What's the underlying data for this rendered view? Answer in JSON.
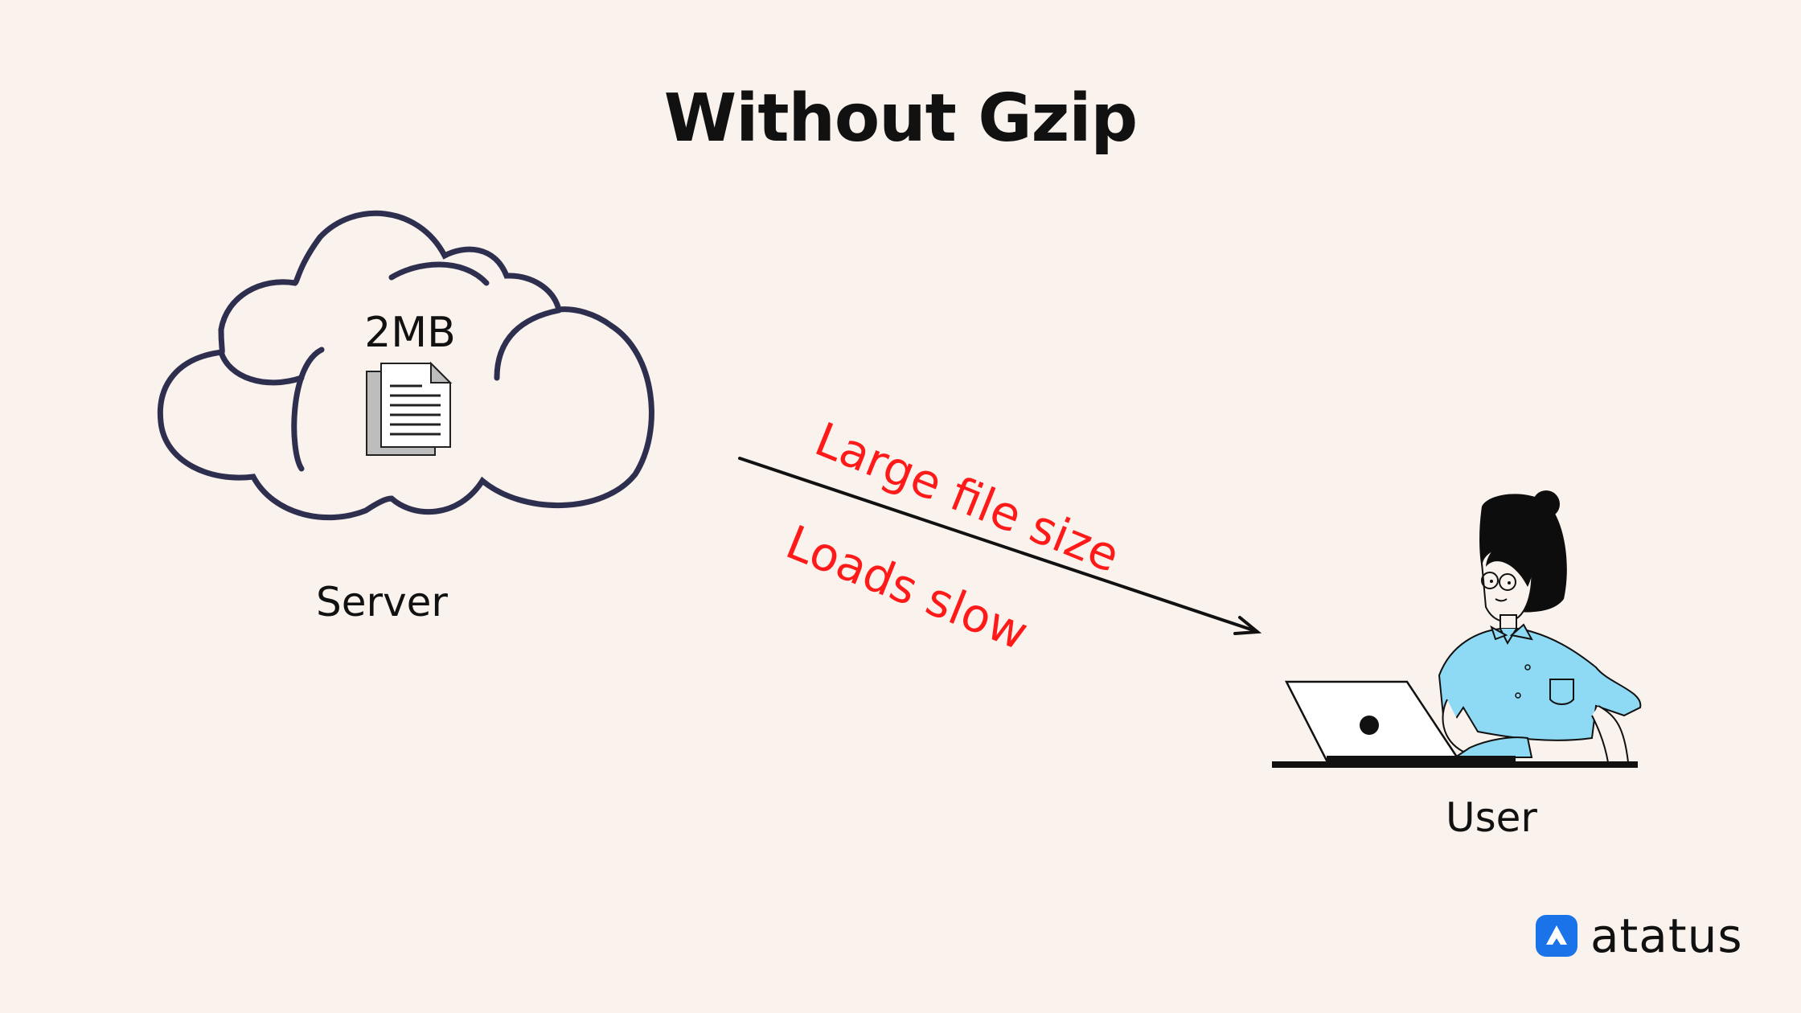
{
  "title": "Without Gzip",
  "server": {
    "label": "Server",
    "file_size": "2MB"
  },
  "user": {
    "label": "User"
  },
  "arrow": {
    "line1": "Large file size",
    "line2": "Loads slow"
  },
  "brand": {
    "name": "atatus"
  },
  "colors": {
    "background": "#f9f2ed",
    "cloud": "#2e2f4f",
    "warning": "#ff1a1a",
    "shirt": "#8ed9f3",
    "brand": "#1a73e8"
  },
  "icons": [
    "cloud-icon",
    "document-icon",
    "arrow-icon",
    "user-illustration",
    "laptop-icon",
    "atatus-logo-icon"
  ]
}
